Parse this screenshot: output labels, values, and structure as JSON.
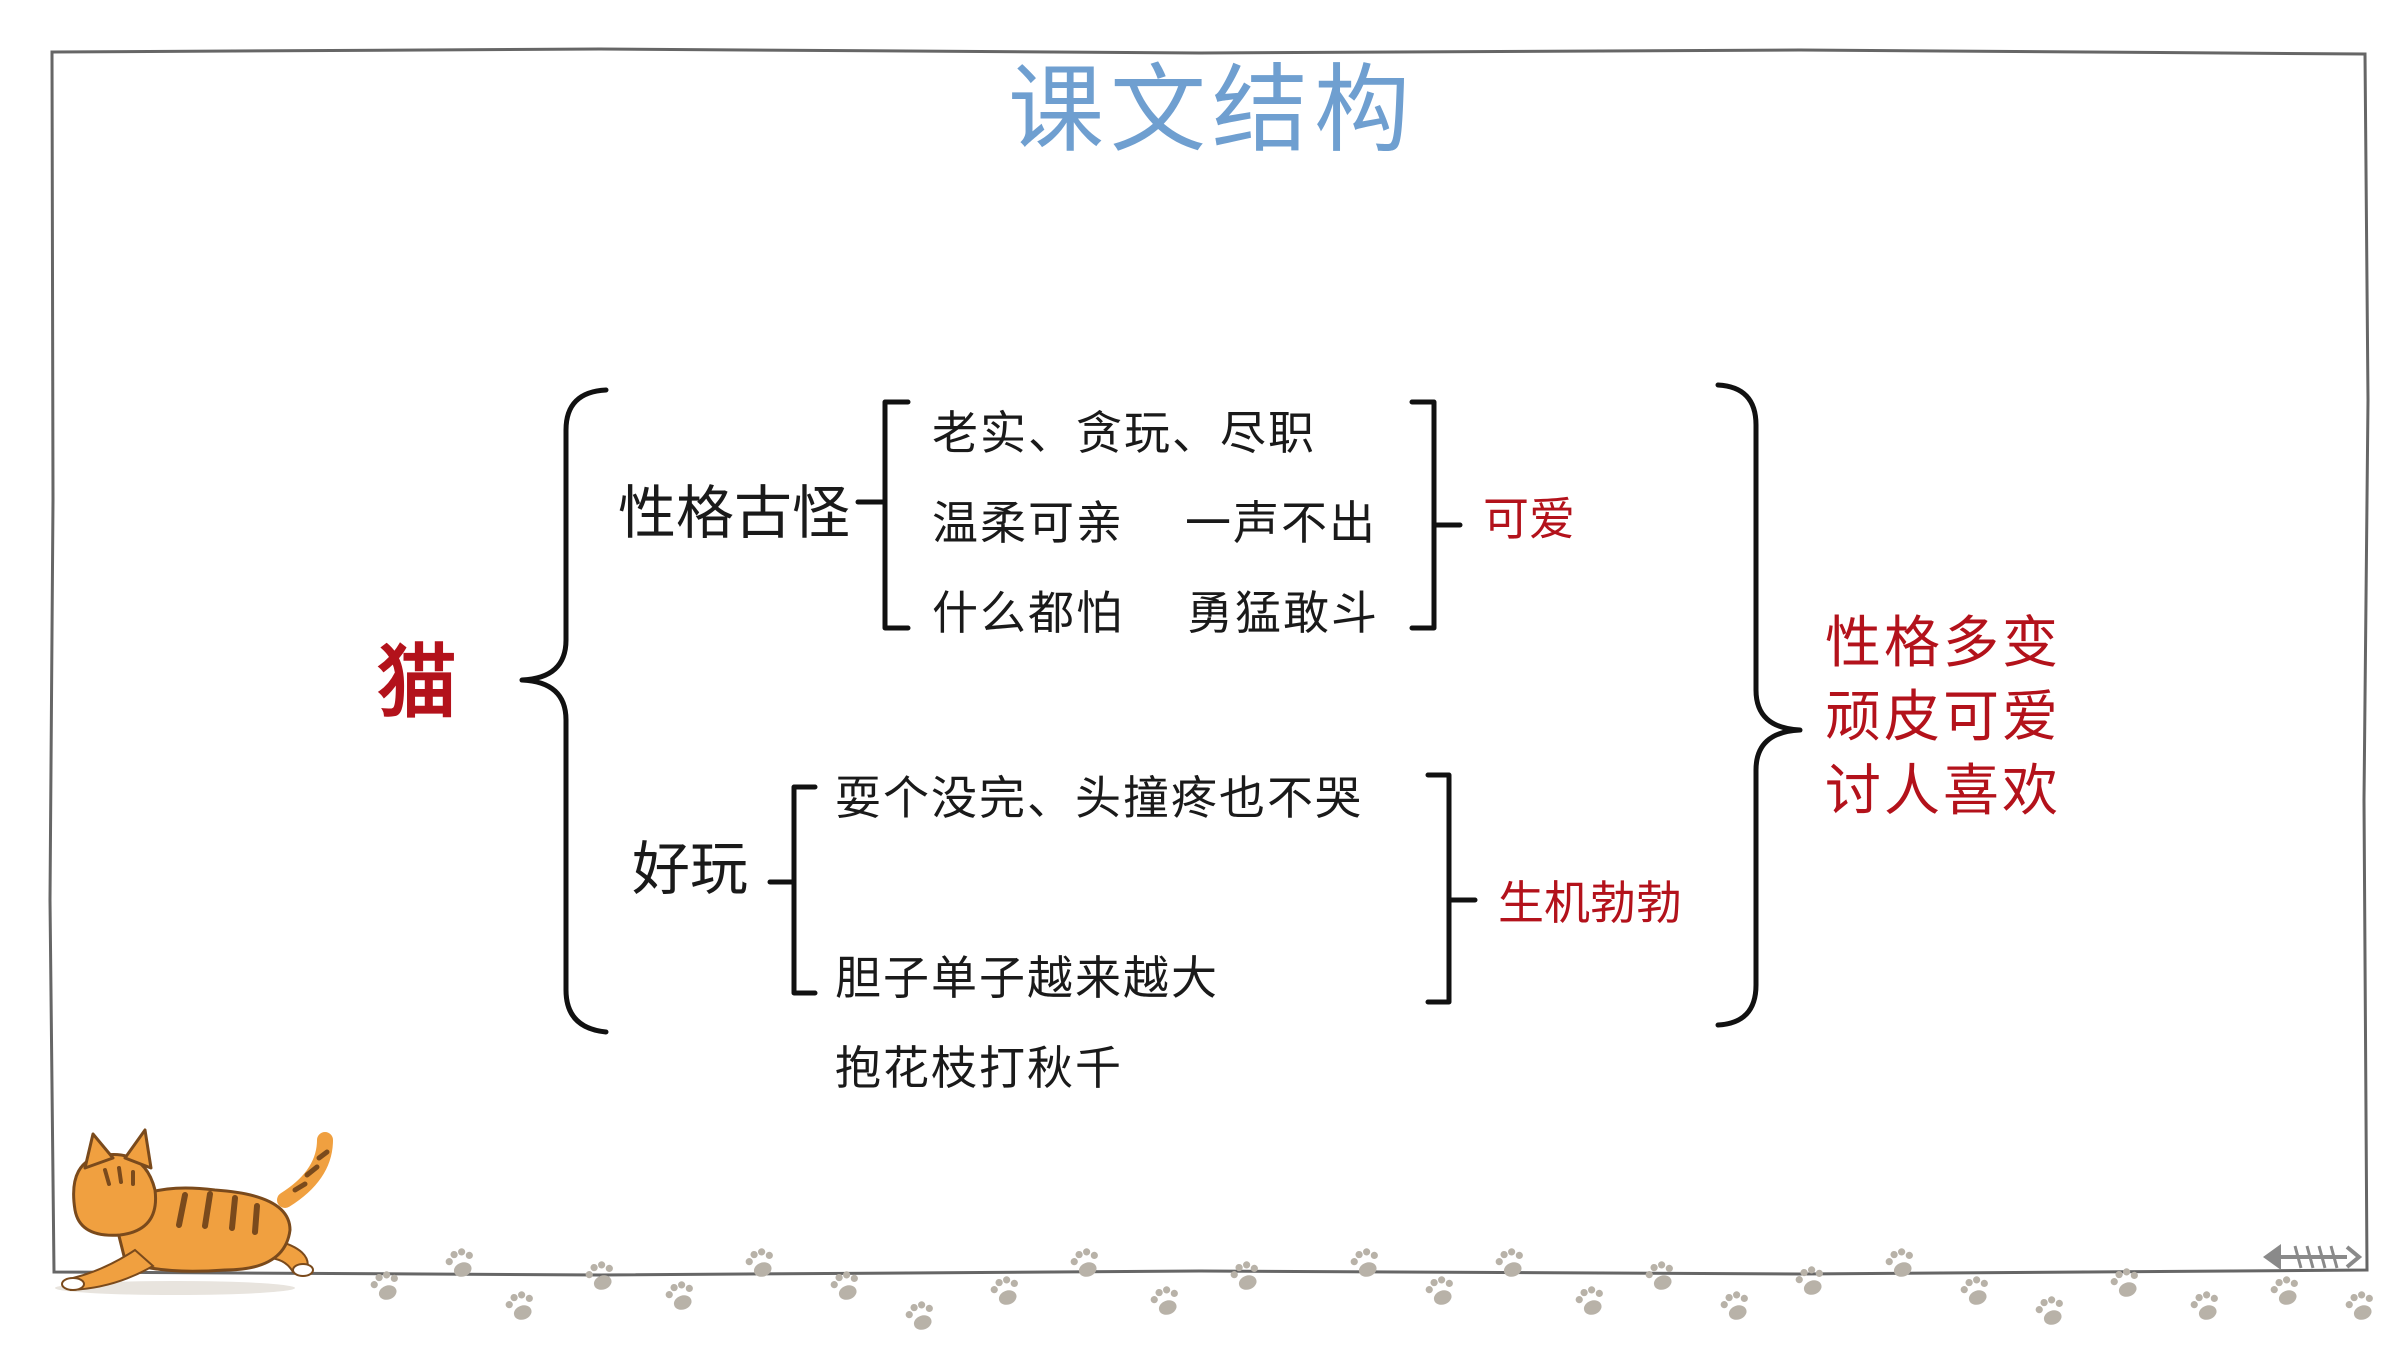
{
  "page": {
    "title": "课文结构",
    "root": "猫",
    "branches": [
      {
        "label": "性格古怪",
        "items": [
          "老实、贪玩、尽职",
          "温柔可亲",
          "一声不出",
          "什么都怕",
          "勇猛敢斗"
        ],
        "tag": "可爱"
      },
      {
        "label": "好玩",
        "items": [
          "耍个没完、头撞疼也不哭",
          "胆子单子越来越大",
          "抱花枝打秋千"
        ],
        "tag": "生机勃勃"
      }
    ],
    "summary": [
      "性格多变",
      "顽皮可爱",
      "讨人喜欢"
    ]
  },
  "colors": {
    "title": "#6f9fd0",
    "accent": "#b3121b",
    "text": "#1a1a1a",
    "frame": "#666666",
    "cat_fur": "#f0a040",
    "paw": "#b8b2a8"
  },
  "icons": [
    "cat-illustration-icon",
    "paw-print-icon",
    "fish-bone-icon"
  ]
}
